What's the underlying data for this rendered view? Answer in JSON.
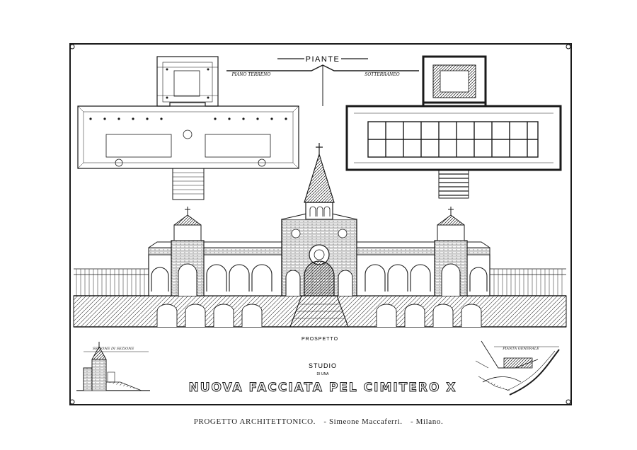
{
  "plate": {
    "plans_title": "PIANTE",
    "plan_ground_label": "PIANO TERRENO",
    "plan_basement_label": "SOTTERRANEO",
    "elevation_label": "PROSPETTO",
    "section_label": "SEZIONE DI SEZIONE",
    "site_label": "PIANTA GENERALE",
    "title_small": "STUDIO",
    "title_tiny": "DI UNA",
    "title_main": "NUOVA FACCIATA PEL CIMITERO X"
  },
  "caption": {
    "project": "PROGETTO ARCHITETTONICO.",
    "author": "- Simeone Maccaferri.",
    "city": "- Milano."
  },
  "colors": {
    "ink": "#1a1a1a",
    "paper": "#ffffff",
    "shade": "#9a9a9a"
  }
}
